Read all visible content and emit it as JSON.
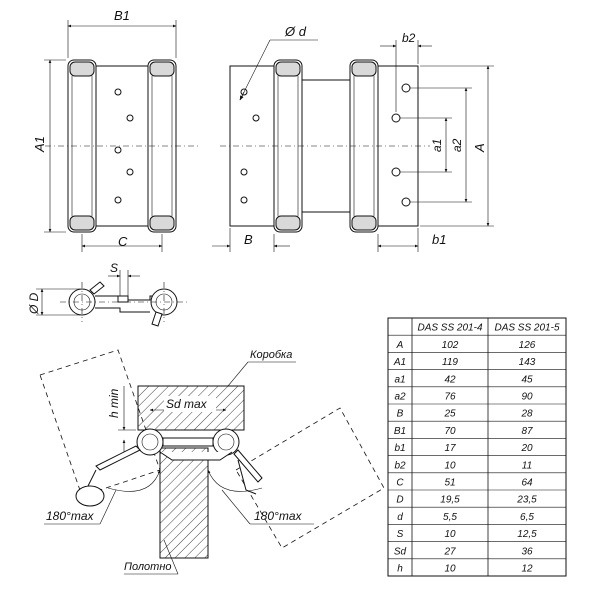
{
  "labels": {
    "B1": "B1",
    "A1": "A1",
    "C": "C",
    "d": "Ø d",
    "b2": "b2",
    "a1": "a1",
    "a2": "a2",
    "A": "A",
    "B": "B",
    "b1": "b1",
    "S": "S",
    "D": "Ø D",
    "korobka": "Коробка",
    "hmin": "h min",
    "sdmax": "Sd max",
    "deg_left": "180°max",
    "deg_right": "180°max",
    "polotno": "Полотно"
  },
  "table": {
    "header": [
      "",
      "DAS SS 201-4",
      "DAS SS 201-5"
    ],
    "rows": [
      [
        "A",
        "102",
        "126"
      ],
      [
        "A1",
        "119",
        "143"
      ],
      [
        "a1",
        "42",
        "45"
      ],
      [
        "a2",
        "76",
        "90"
      ],
      [
        "B",
        "25",
        "28"
      ],
      [
        "B1",
        "70",
        "87"
      ],
      [
        "b1",
        "17",
        "20"
      ],
      [
        "b2",
        "10",
        "11"
      ],
      [
        "C",
        "51",
        "64"
      ],
      [
        "D",
        "19,5",
        "23,5"
      ],
      [
        "d",
        "5,5",
        "6,5"
      ],
      [
        "S",
        "10",
        "12,5"
      ],
      [
        "Sd",
        "27",
        "36"
      ],
      [
        "h",
        "10",
        "12"
      ]
    ]
  }
}
